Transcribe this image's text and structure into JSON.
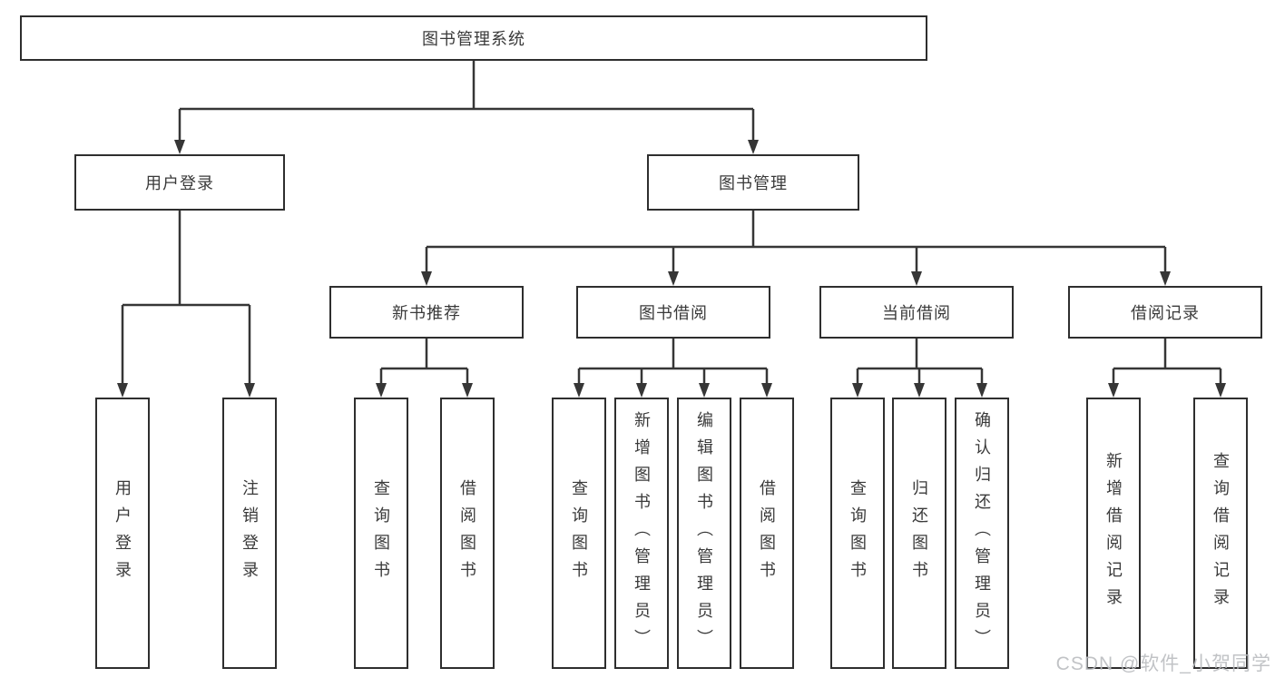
{
  "diagram_type": "hierarchy-tree",
  "tree": {
    "label": "图书管理系统",
    "children": [
      {
        "label": "用户登录",
        "children": [
          {
            "label": "用户登录"
          },
          {
            "label": "注销登录"
          }
        ]
      },
      {
        "label": "图书管理",
        "children": [
          {
            "label": "新书推荐",
            "children": [
              {
                "label": "查询图书"
              },
              {
                "label": "借阅图书"
              }
            ]
          },
          {
            "label": "图书借阅",
            "children": [
              {
                "label": "查询图书"
              },
              {
                "label": "新增图书（管理员）"
              },
              {
                "label": "编辑图书（管理员）"
              },
              {
                "label": "借阅图书"
              }
            ]
          },
          {
            "label": "当前借阅",
            "children": [
              {
                "label": "查询图书"
              },
              {
                "label": "归还图书"
              },
              {
                "label": "确认归还（管理员）"
              }
            ]
          },
          {
            "label": "借阅记录",
            "children": [
              {
                "label": "新增借阅记录"
              },
              {
                "label": "查询借阅记录"
              }
            ]
          }
        ]
      }
    ]
  },
  "watermark": {
    "text": "CSDN @软件_小贺同学"
  },
  "colors": {
    "line": "#363636",
    "box_border": "#2e2e2e",
    "text": "#3a3a3a",
    "background": "#ffffff",
    "watermark_text": "#babcc0"
  }
}
